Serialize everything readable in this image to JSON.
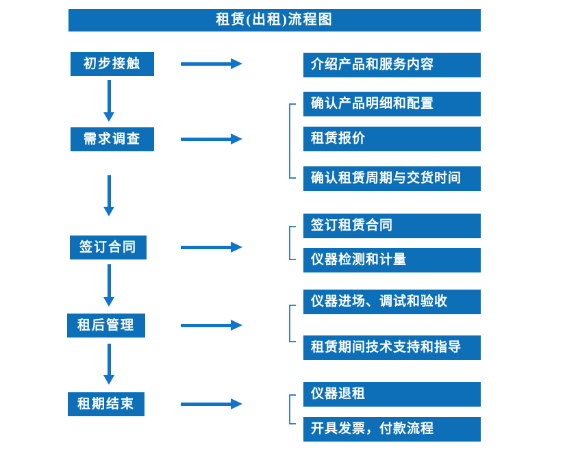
{
  "title": "租赁(出租)流程图",
  "colors": {
    "box_blue": "#0d6fb7",
    "arrow_blue": "#1173c9",
    "bracket_blue": "#3f7fc1",
    "text_color": "#ffffff",
    "background": "#ffffff"
  },
  "steps": [
    {
      "label": "初步接触",
      "details": [
        "介绍产品和服务内容"
      ]
    },
    {
      "label": "需求调查",
      "details": [
        "确认产品明细和配置",
        "租赁报价",
        "确认租赁周期与交货时间"
      ]
    },
    {
      "label": "签订合同",
      "details": [
        "签订租赁合同",
        "仪器检测和计量"
      ]
    },
    {
      "label": "租后管理",
      "details": [
        "仪器进场、调试和验收",
        "租赁期间技术支持和指导"
      ]
    },
    {
      "label": "租期结束",
      "details": [
        "仪器退租",
        "开具发票，付款流程"
      ]
    }
  ]
}
